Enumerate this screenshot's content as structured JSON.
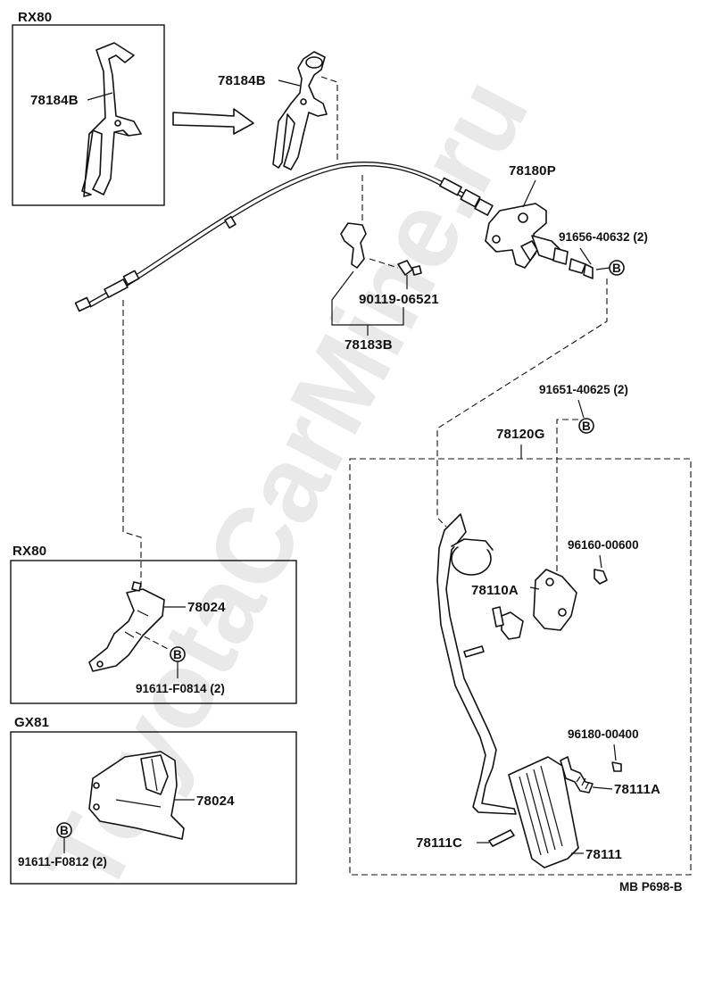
{
  "watermark": "ToyotaCarMine.ru",
  "drawing_code": "MB P698-B",
  "insets": {
    "rx80_top": {
      "title": "RX80",
      "part": "78184B"
    },
    "rx80_mid": {
      "title": "RX80",
      "part": "78024",
      "bolt": "91611-F0814 (2)"
    },
    "gx81": {
      "title": "GX81",
      "part": "78024",
      "bolt": "91611-F0812 (2)"
    }
  },
  "labels": {
    "p78184b": "78184B",
    "p78180p": "78180P",
    "p91656": "91656-40632 (2)",
    "p90119": "90119-06521",
    "p78183b": "78183B",
    "p91651": "91651-40625 (2)",
    "p78120g": "78120G",
    "p96160": "96160-00600",
    "p78110a": "78110A",
    "p96180": "96180-00400",
    "p78111a": "78111A",
    "p78111c": "78111C",
    "p78111": "78111"
  },
  "callout_letter": "B"
}
